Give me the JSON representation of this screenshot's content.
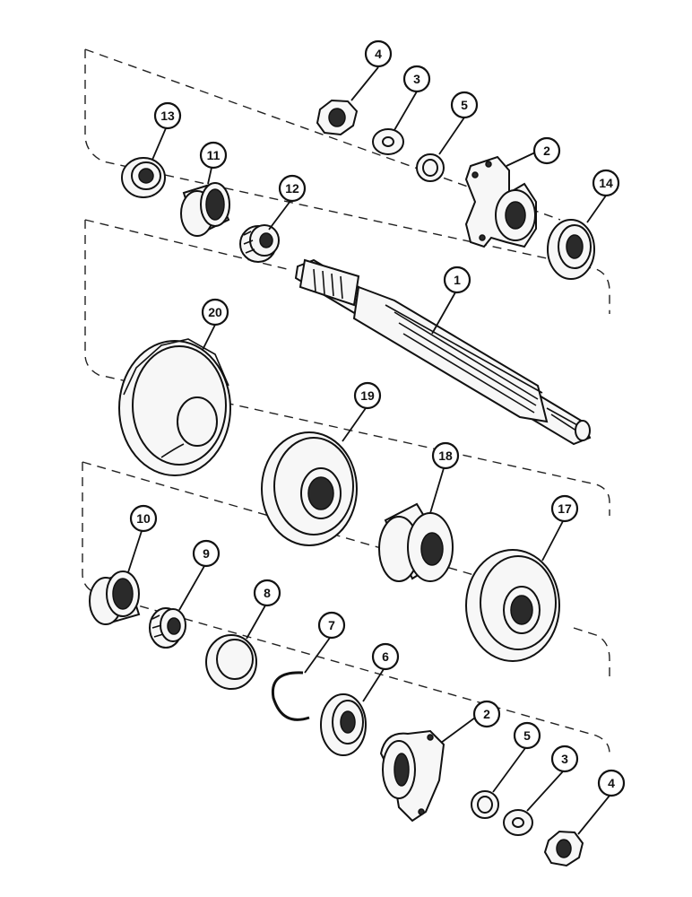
{
  "callouts": [
    {
      "id": "c4-top",
      "label": "4"
    },
    {
      "id": "c3-top",
      "label": "3"
    },
    {
      "id": "c5-top",
      "label": "5"
    },
    {
      "id": "c2-top",
      "label": "2"
    },
    {
      "id": "c13",
      "label": "13"
    },
    {
      "id": "c11",
      "label": "11"
    },
    {
      "id": "c12",
      "label": "12"
    },
    {
      "id": "c14",
      "label": "14"
    },
    {
      "id": "c1",
      "label": "1"
    },
    {
      "id": "c20",
      "label": "20"
    },
    {
      "id": "c19",
      "label": "19"
    },
    {
      "id": "c18",
      "label": "18"
    },
    {
      "id": "c17",
      "label": "17"
    },
    {
      "id": "c10",
      "label": "10"
    },
    {
      "id": "c9",
      "label": "9"
    },
    {
      "id": "c8",
      "label": "8"
    },
    {
      "id": "c7",
      "label": "7"
    },
    {
      "id": "c6",
      "label": "6"
    },
    {
      "id": "c2-bot",
      "label": "2"
    },
    {
      "id": "c5-bot",
      "label": "5"
    },
    {
      "id": "c3-bot",
      "label": "3"
    },
    {
      "id": "c4-bot",
      "label": "4"
    }
  ]
}
